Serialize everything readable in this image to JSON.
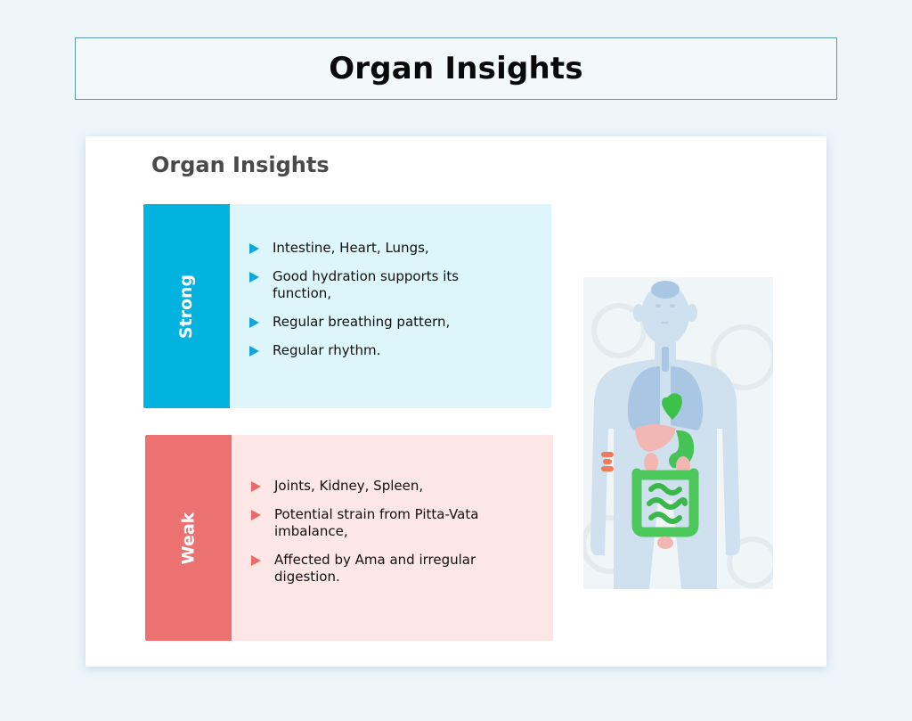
{
  "banner": {
    "title": "Organ Insights"
  },
  "card": {
    "title": "Organ Insights",
    "strong": {
      "label": "Strong",
      "items": [
        "Intestine, Heart, Lungs,",
        "Good hydration supports its function,",
        "Regular breathing pattern,",
        "Regular rhythm."
      ]
    },
    "weak": {
      "label": "Weak",
      "items": [
        "Joints,  Kidney,  Spleen,",
        "Potential strain from Pitta-Vata imbalance,",
        "Affected by Ama and irregular digestion."
      ]
    }
  },
  "figure": {
    "icon": "human-body-organs-icon"
  },
  "colors": {
    "strong_accent": "#03b3df",
    "strong_bg": "#dcf6fc",
    "weak_accent": "#ec7272",
    "weak_bg": "#fde6e6",
    "page_bg": "#eef6fa"
  }
}
